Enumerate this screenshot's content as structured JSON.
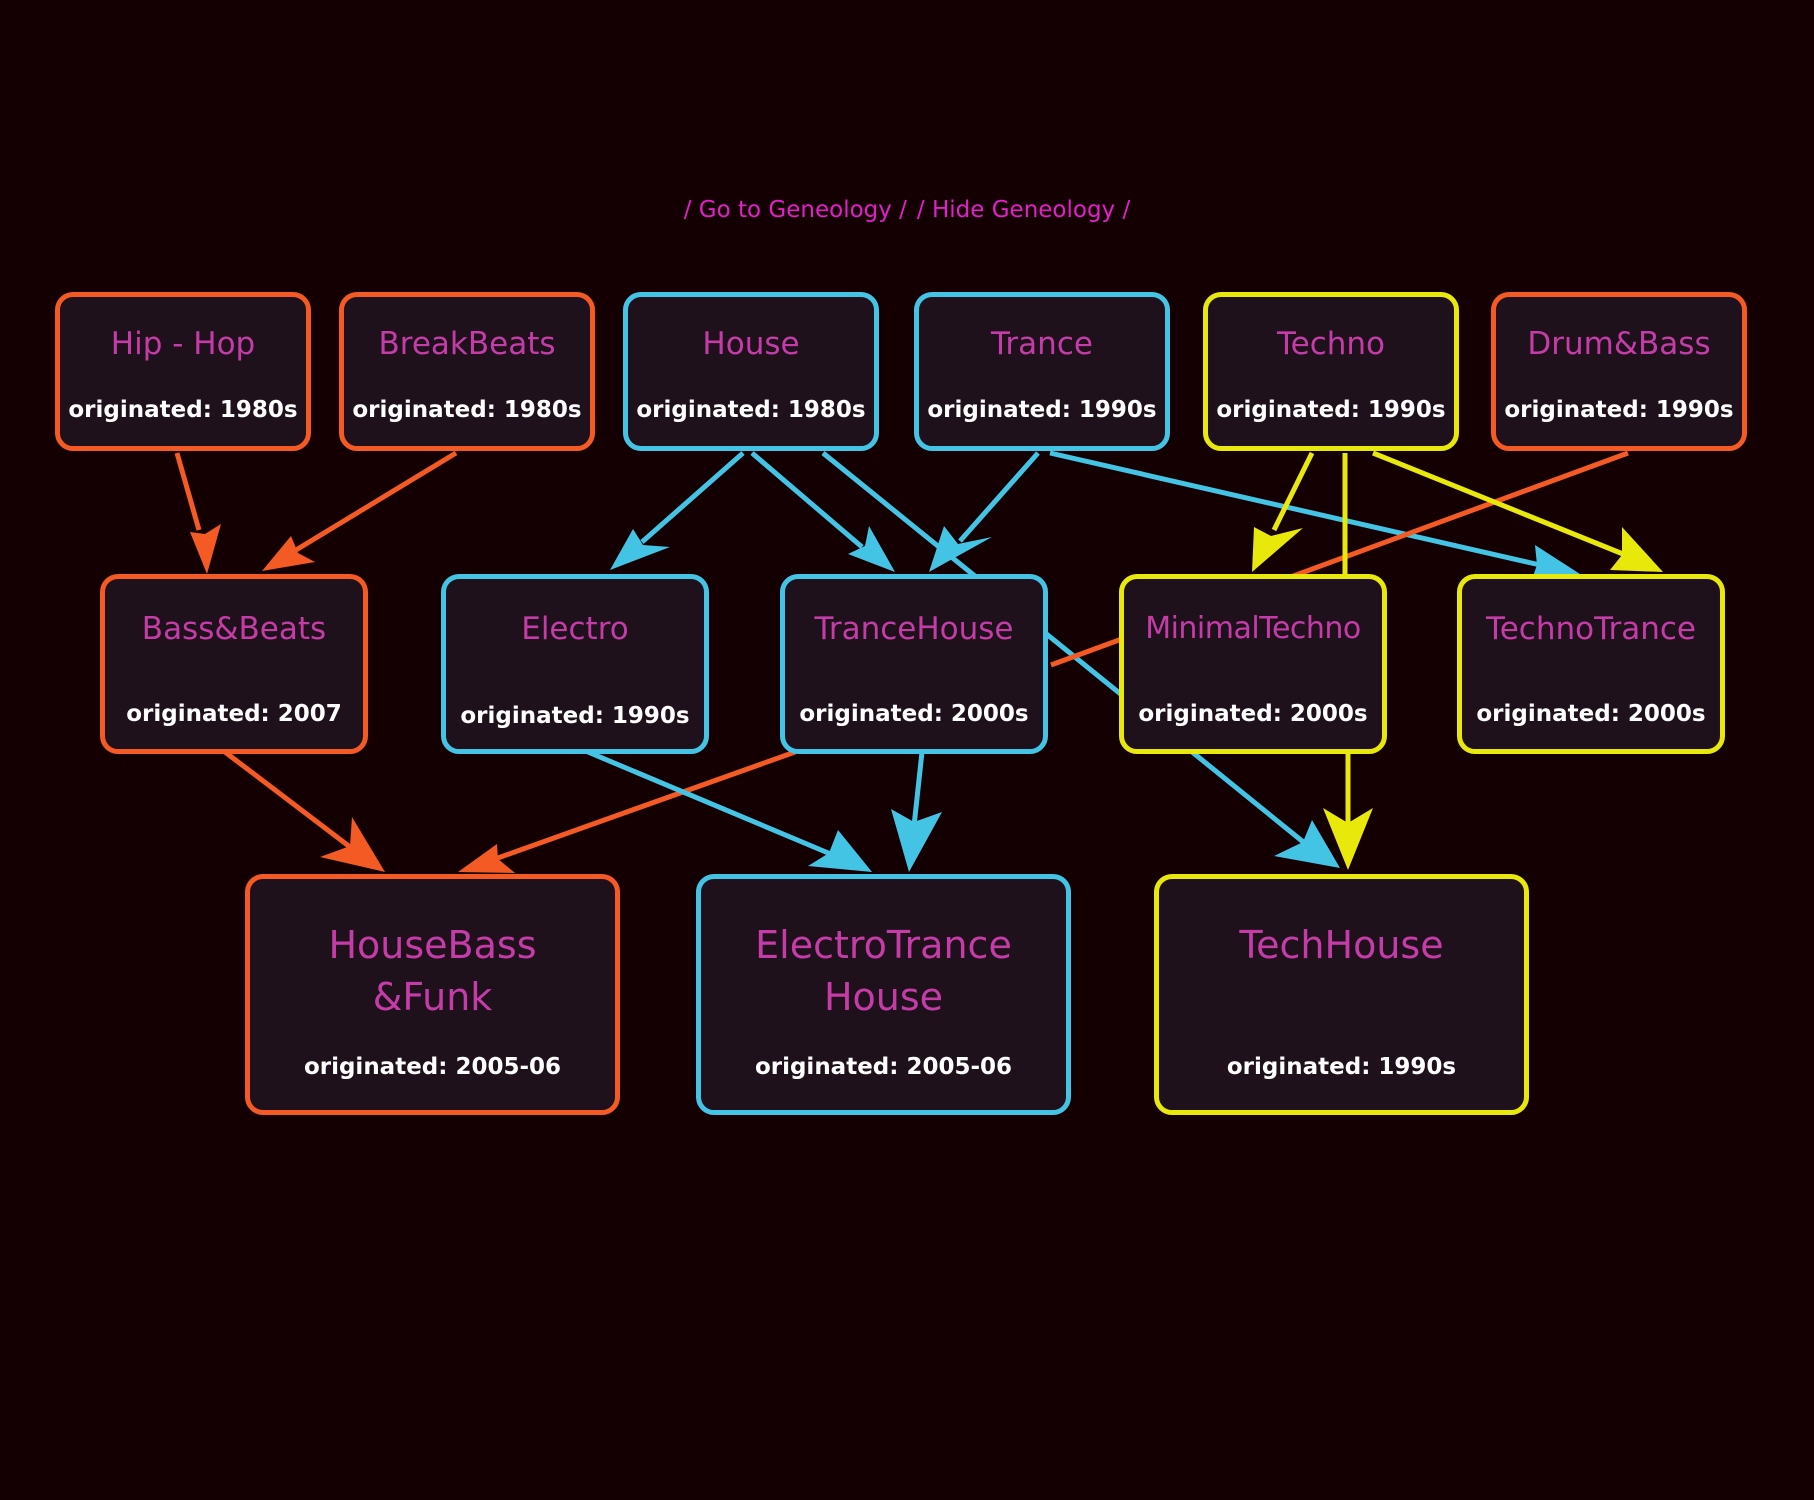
{
  "nav": {
    "goto_label": "/ Go to Geneology /",
    "hide_label": "/ Hide Geneology /"
  },
  "colors": {
    "background": "#140003",
    "node_fill": "#1e111b",
    "orange": "#f45a23",
    "blue": "#44c4e4",
    "yellow": "#e8e80a",
    "genre_text": "#c53ca8",
    "nav_text": "#e020c8",
    "origin_text": "#ffffff"
  },
  "nodes": {
    "hiphop": {
      "name": "Hip - Hop",
      "originated": "originated: 1980s",
      "color": "orange"
    },
    "breakbeats": {
      "name": "BreakBeats",
      "originated": "originated: 1980s",
      "color": "orange"
    },
    "house": {
      "name": "House",
      "originated": "originated: 1980s",
      "color": "blue"
    },
    "trance": {
      "name": "Trance",
      "originated": "originated: 1990s",
      "color": "blue"
    },
    "techno": {
      "name": "Techno",
      "originated": "originated: 1990s",
      "color": "yellow"
    },
    "drumbass": {
      "name": "Drum&Bass",
      "originated": "originated: 1990s",
      "color": "orange"
    },
    "bassbeats": {
      "name": "Bass&Beats",
      "originated": "originated: 2007",
      "color": "orange"
    },
    "electro": {
      "name": "Electro",
      "originated": "originated: 1990s",
      "color": "blue"
    },
    "trancehouse": {
      "name": "TranceHouse",
      "originated": "originated: 2000s",
      "color": "blue"
    },
    "minimaltechno": {
      "name": "MinimalTechno",
      "originated": "originated: 2000s",
      "color": "yellow"
    },
    "technotrance": {
      "name": "TechnoTrance",
      "originated": "originated: 2000s",
      "color": "yellow"
    },
    "housebassfunk": {
      "name_line1": "HouseBass",
      "name_line2": "&Funk",
      "originated": "originated: 2005-06",
      "color": "orange"
    },
    "electrotrancehouse": {
      "name_line1": "ElectroTrance",
      "name_line2": "House",
      "originated": "originated: 2005-06",
      "color": "blue"
    },
    "techhouse": {
      "name": "TechHouse",
      "originated": "originated: 1990s",
      "color": "yellow"
    }
  },
  "edges": [
    {
      "from": "hiphop",
      "to": "bassbeats",
      "color": "orange"
    },
    {
      "from": "breakbeats",
      "to": "bassbeats",
      "color": "orange"
    },
    {
      "from": "house",
      "to": "electro",
      "color": "blue"
    },
    {
      "from": "house",
      "to": "trancehouse",
      "color": "blue"
    },
    {
      "from": "house",
      "to": "techhouse",
      "color": "blue"
    },
    {
      "from": "trance",
      "to": "trancehouse",
      "color": "blue"
    },
    {
      "from": "trance",
      "to": "technotrance",
      "color": "blue"
    },
    {
      "from": "techno",
      "to": "minimaltechno",
      "color": "yellow"
    },
    {
      "from": "techno",
      "to": "technotrance",
      "color": "yellow"
    },
    {
      "from": "techno",
      "to": "techhouse",
      "color": "yellow"
    },
    {
      "from": "drumbass",
      "to": "housebassfunk",
      "color": "orange"
    },
    {
      "from": "bassbeats",
      "to": "housebassfunk",
      "color": "orange"
    },
    {
      "from": "electro",
      "to": "electrotrancehouse",
      "color": "blue"
    },
    {
      "from": "trancehouse",
      "to": "electrotrancehouse",
      "color": "blue"
    }
  ]
}
